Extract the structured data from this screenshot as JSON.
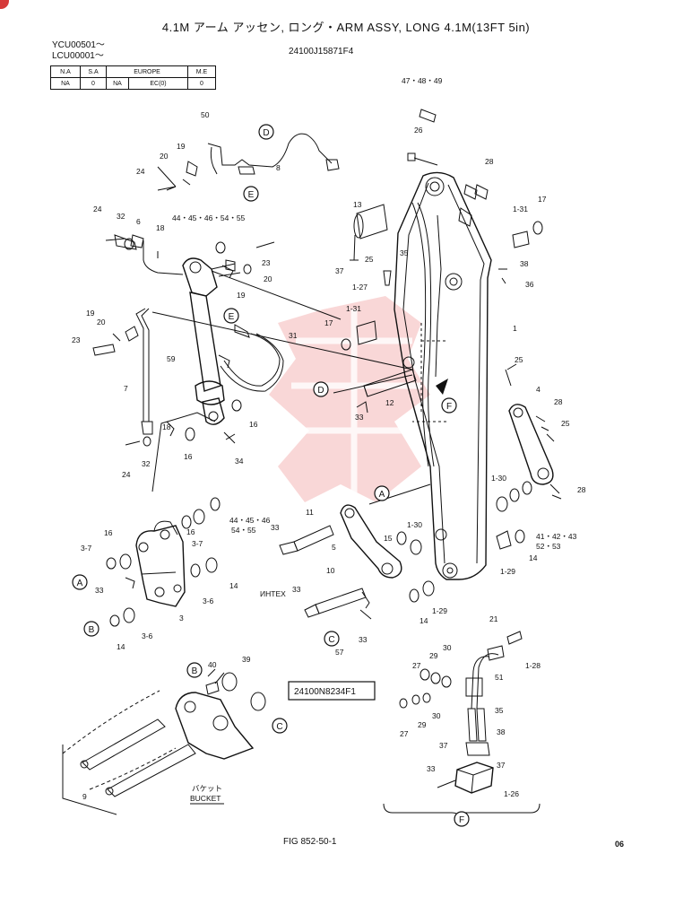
{
  "header": {
    "title": "4.1M アーム アッセン, ロング・ARM ASSY, LONG 4.1M(13FT 5in)",
    "serial_1": "YCU00501～",
    "serial_2": "LCU00001～",
    "part_number": "24100J15871F4"
  },
  "spec_table": {
    "headers": [
      "N.A",
      "S.A",
      "EUROPE",
      "M.E"
    ],
    "values": [
      "NA",
      "0",
      "NA",
      "EC(0)",
      "0"
    ]
  },
  "footer": {
    "figure": "FIG 852-50-1",
    "page": "06"
  },
  "reference_circles": [
    "D",
    "E",
    "E",
    "D",
    "F",
    "A",
    "A",
    "B",
    "B",
    "C",
    "C",
    "F"
  ],
  "part_labels": [
    "47・48・49",
    "26",
    "28",
    "13",
    "17",
    "1-31",
    "37",
    "25",
    "35",
    "38",
    "36",
    "1-27",
    "1-31",
    "1",
    "17",
    "12",
    "33",
    "25",
    "4",
    "28",
    "25",
    "28",
    "1-30",
    "41・42・43",
    "52・53",
    "1-30",
    "15",
    "1-29",
    "14",
    "14",
    "1-29",
    "11",
    "5",
    "33",
    "10",
    "33",
    "33",
    "57",
    "50",
    "19",
    "20",
    "24",
    "8",
    "24",
    "32",
    "6",
    "18",
    "44・45・46・54・55",
    "23",
    "20",
    "19",
    "23",
    "20",
    "19",
    "7",
    "59",
    "31",
    "16",
    "18",
    "16",
    "24",
    "32",
    "34",
    "44・45・46",
    "54・55",
    "16",
    "3-7",
    "3-7",
    "16",
    "33",
    "3",
    "3-6",
    "14",
    "14",
    "3-6",
    "40",
    "39",
    "9",
    "21",
    "1-28",
    "27",
    "29",
    "30",
    "51",
    "35",
    "38",
    "29",
    "30",
    "27",
    "37",
    "37",
    "33",
    "1-26"
  ],
  "box_label": "24100N8234F1",
  "bucket_label_jp": "バケット",
  "bucket_label": "BUCKET",
  "watermark_text": "ИНТЕХ"
}
